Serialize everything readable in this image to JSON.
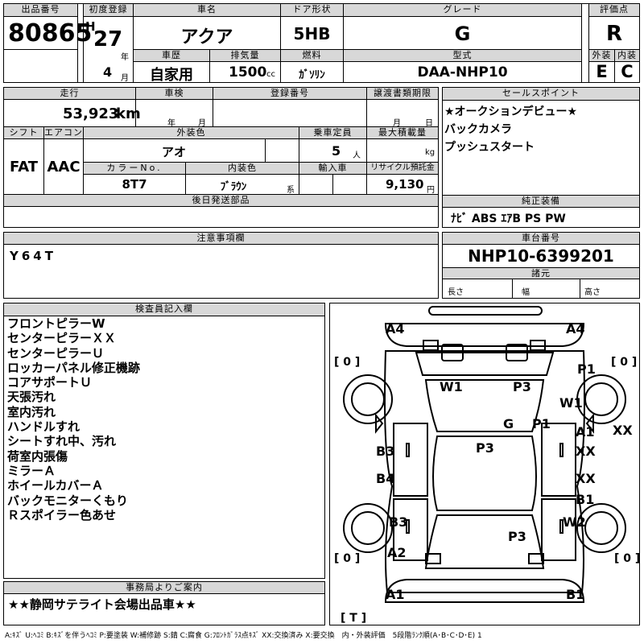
{
  "header": {
    "lot_no_label": "出品番号",
    "lot_no": "80865",
    "first_reg_label": "初度登録",
    "era": "H",
    "year": "27",
    "year_unit": "年",
    "month": "4",
    "month_unit": "月",
    "car_name_label": "車名",
    "car_name": "アクア",
    "door_label": "ドア形状",
    "door": "5HB",
    "grade_label": "グレード",
    "grade": "G",
    "score_label": "評価点",
    "score": "R",
    "history_label": "車歴",
    "history": "自家用",
    "displacement_label": "排気量",
    "displacement": "1500",
    "displacement_unit": "cc",
    "fuel_label": "燃料",
    "fuel": "ｶﾞｿﾘﾝ",
    "model_label": "型式",
    "model": "DAA-NHP10",
    "ext_grade_label": "外装",
    "ext_grade": "E",
    "int_grade_label": "内装",
    "int_grade": "C"
  },
  "row2": {
    "mileage_label": "走行",
    "mileage": "53,923",
    "mileage_unit": "km",
    "inspection_label": "車検",
    "inspection_year_unit": "年",
    "inspection_month_unit": "月",
    "plate_label": "登録番号",
    "transfer_label": "譲渡書類期限",
    "transfer_month_unit": "月",
    "transfer_day_unit": "日",
    "shift_label": "シフト",
    "shift": "FAT",
    "ac_label": "エアコン",
    "ac": "AAC",
    "ext_color_label": "外装色",
    "ext_color": "アオ",
    "capacity_label": "乗車定員",
    "capacity": "5",
    "capacity_unit": "人",
    "load_label": "最大積載量",
    "load_unit": "kg",
    "color_no_label": "カラーNo.",
    "color_no": "8T7",
    "int_color_label": "内装色",
    "int_color": "ﾌﾞﾗｳﾝ",
    "int_color_suffix": "系",
    "import_label": "輸入車",
    "recycle_label": "リサイクル預託金",
    "recycle": "9,130",
    "recycle_unit": "円",
    "later_parts_label": "後日発送部品"
  },
  "sales_points": {
    "label": "セールスポイント",
    "lines": [
      "★オークションデビュー★",
      "バックカメラ",
      "プッシュスタート"
    ]
  },
  "equipment": {
    "label": "純正装備",
    "value": "ﾅﾋﾞ ABS ｴｱB PS PW"
  },
  "notes": {
    "label": "注意事項欄",
    "value": "Y64T"
  },
  "chassis": {
    "label": "車台番号",
    "value": "NHP10-6399201"
  },
  "specs": {
    "label": "諸元",
    "length_label": "長さ",
    "width_label": "幅",
    "height_label": "高さ"
  },
  "inspector": {
    "label": "検査員記入欄",
    "lines": [
      "フロントピラーW",
      "センターピラーＸＸ",
      "センターピラーＵ",
      "ロッカーパネル修正機跡",
      "コアサポートＵ",
      "天張汚れ",
      "室内汚れ",
      "ハンドルすれ",
      "シートすれ中、汚れ",
      "荷室内張傷",
      "ミラーＡ",
      "ホイールカバーＡ",
      "バックモニターくもり",
      "Ｒスポイラー色あせ"
    ]
  },
  "office": {
    "label": "事務局よりご案内",
    "value": "★★静岡サテライト会場出品車★★"
  },
  "diagram": {
    "tire_fl": "[ 0 ]",
    "tire_fr": "[ 0 ]",
    "tire_rl": "[ 0 ]",
    "tire_rr": "[ 0 ]",
    "spare": "[ T ]",
    "marks": {
      "a4_left": "A4",
      "a4_right": "A4",
      "p1_fender": "P1",
      "w1_hood_l": "W1",
      "p3_hood": "P3",
      "w1_pillar": "W1",
      "g_glass": "G",
      "p1_right": "P1",
      "a1_right": "A1",
      "xx_right_1": "XX",
      "xx_far_right": "XX",
      "p3_roof": "P3",
      "b3_left": "B3",
      "b4_left": "B4",
      "xx_right_2": "XX",
      "b1_right": "B1",
      "b3_rear_left": "B3",
      "w2_right": "W2",
      "p3_rear": "P3",
      "a2_left": "A2",
      "a1_bumper": "A1",
      "b1_bumper": "B1"
    }
  },
  "legend": "A:ｷｽﾞ U:ﾍｺﾐ B:ｷｽﾞを伴うﾍｺﾐ P:要塗装 W:補修跡 S:錆 C:腐食 G:ﾌﾛﾝﾄｶﾞﾗｽ点ｷｽﾞ XX:交換済み X:要交換　内・外装評価　5段階ﾗﾝｸ順(A･B･C･D･E) 1"
}
